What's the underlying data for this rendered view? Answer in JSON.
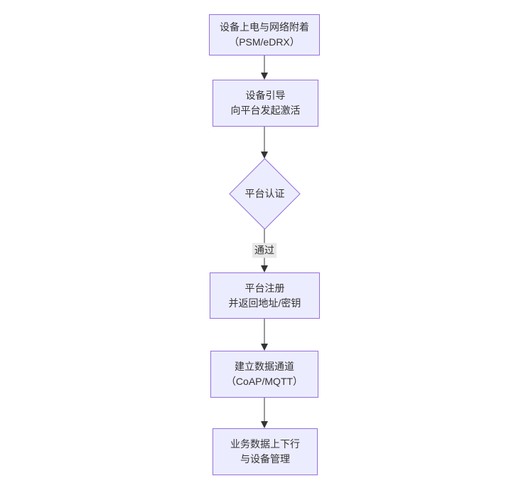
{
  "diagram": {
    "type": "flowchart",
    "direction": "top-down",
    "colors": {
      "background": "#ffffff",
      "node_fill": "#ECECFF",
      "node_border": "#9370DB",
      "arrow": "#333333",
      "text": "#333333",
      "edge_label_bg": "#e8e8e8"
    },
    "nodes": [
      {
        "id": "power-attach",
        "shape": "rect",
        "lines": [
          "设备上电与网络附着",
          "（PSM/eDRX）"
        ]
      },
      {
        "id": "bootstrap",
        "shape": "rect",
        "lines": [
          "设备引导",
          "向平台发起激活"
        ]
      },
      {
        "id": "platform-auth",
        "shape": "diamond",
        "lines": [
          "平台认证"
        ]
      },
      {
        "id": "register",
        "shape": "rect",
        "lines": [
          "平台注册",
          "并返回地址/密钥"
        ]
      },
      {
        "id": "data-channel",
        "shape": "rect",
        "lines": [
          "建立数据通道",
          "（CoAP/MQTT）"
        ]
      },
      {
        "id": "business",
        "shape": "rect",
        "lines": [
          "业务数据上下行",
          "与设备管理"
        ]
      }
    ],
    "edges": [
      {
        "from": "power-attach",
        "to": "bootstrap",
        "label": ""
      },
      {
        "from": "bootstrap",
        "to": "platform-auth",
        "label": ""
      },
      {
        "from": "platform-auth",
        "to": "register",
        "label": "通过"
      },
      {
        "from": "register",
        "to": "data-channel",
        "label": ""
      },
      {
        "from": "data-channel",
        "to": "business",
        "label": ""
      }
    ]
  }
}
